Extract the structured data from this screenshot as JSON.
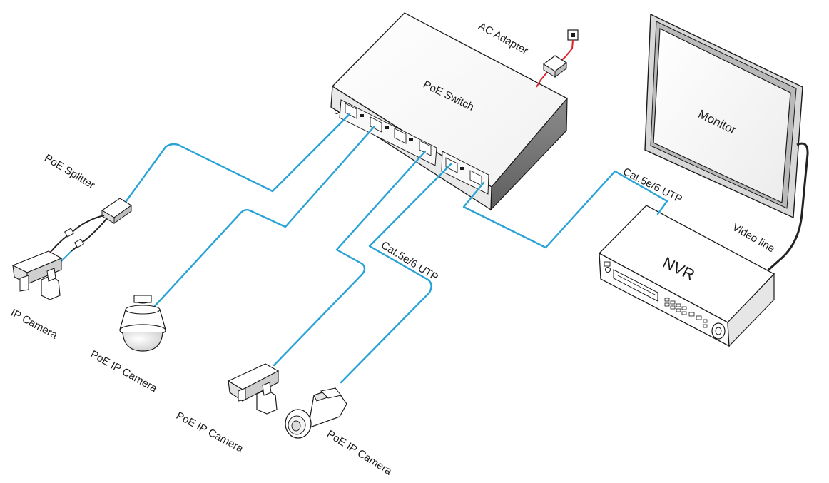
{
  "labels": {
    "poe_switch": "PoE Switch",
    "ac_adapter": "AC Adapter",
    "monitor": "Monitor",
    "nvr": "NVR",
    "video_line": "Video line",
    "cable_top": "Cat.5e/6 UTP",
    "cable_mid": "Cat.5e/6 UTP",
    "poe_splitter": "PoE Splitter",
    "ip_camera": "IP Camera",
    "poe_ip_camera_dome": "PoE IP Camera",
    "poe_ip_camera_box": "PoE IP Camera",
    "poe_ip_camera_bullet": "PoE IP Camera"
  },
  "colors": {
    "utp_cable": "#29a3d6",
    "power_cable": "#d9252a",
    "video_cable": "#222222",
    "outline": "#1a1a1a"
  }
}
